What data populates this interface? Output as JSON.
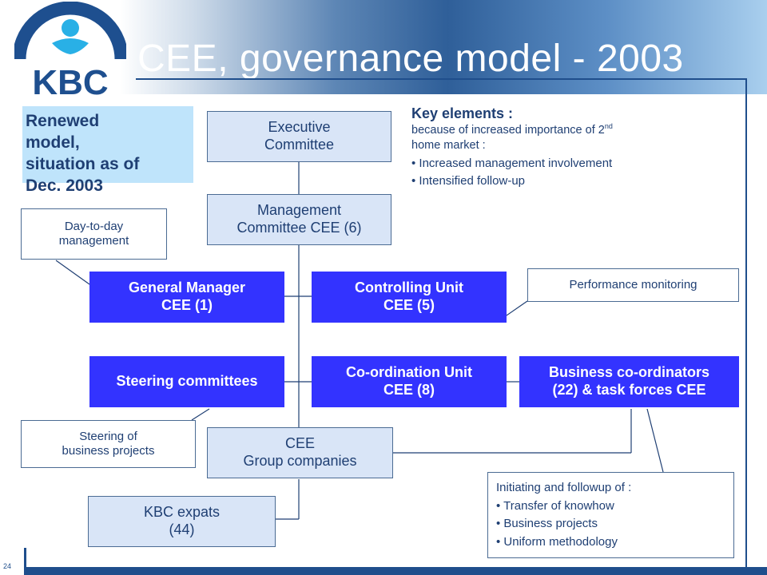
{
  "slide": {
    "title": "CEE, governance model - 2003",
    "page_number": "24",
    "logo_text": "KBC"
  },
  "renewed": {
    "lines": [
      "Renewed",
      "model,",
      "situation as of",
      "Dec. 2003"
    ]
  },
  "key_elements": {
    "title": "Key elements :",
    "subtitle_line1_pre": "because of increased importance of 2",
    "subtitle_sup": "nd",
    "subtitle_line2": "home market :",
    "bullets": [
      "Increased management involvement",
      "Intensified follow-up"
    ]
  },
  "boxes": {
    "executive_committee": [
      "Executive",
      "Committee"
    ],
    "management_committee": [
      "Management",
      "Committee CEE (6)"
    ],
    "general_manager": [
      "General Manager",
      "CEE (1)"
    ],
    "controlling_unit": [
      "Controlling Unit",
      "CEE (5)"
    ],
    "steering_committees": "Steering committees",
    "coordination_unit": [
      "Co-ordination Unit",
      "CEE (8)"
    ],
    "business_coordinators": [
      "Business co-ordinators",
      "(22) & task forces CEE"
    ],
    "group_companies": [
      "CEE",
      "Group companies"
    ],
    "kbc_expats": [
      "KBC expats",
      "(44)"
    ]
  },
  "notes": {
    "day_to_day": [
      "Day-to-day",
      "management"
    ],
    "performance_monitoring": "Performance monitoring",
    "steering_projects": [
      "Steering of",
      "business projects"
    ],
    "initiating": {
      "title": "Initiating and followup of :",
      "bullets": [
        "Transfer of knowhow",
        "Business projects",
        "Uniform methodology"
      ]
    }
  },
  "colors": {
    "navy": "#1f4e8c",
    "box_blue": "#3333ff",
    "box_light": "#d9e5f7",
    "highlight_cyan": "#bfe4fb",
    "text_dark": "#1f3f73"
  }
}
